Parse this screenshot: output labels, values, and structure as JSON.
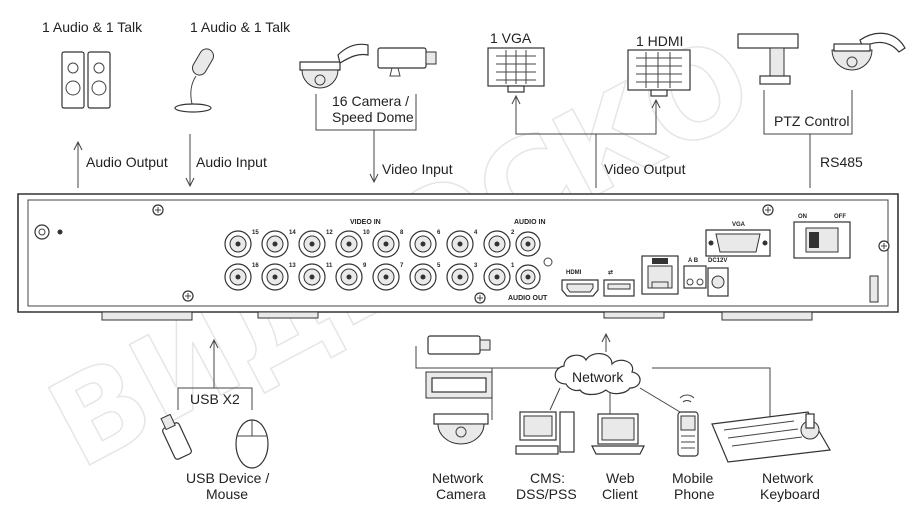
{
  "labels": {
    "audio_talk_left": "1 Audio  & 1 Talk",
    "audio_talk_right": "1 Audio & 1 Talk",
    "audio_output": "Audio  Output",
    "audio_input": "Audio  Input",
    "camera_line1": "16  Camera /",
    "camera_line2": "Speed Dome",
    "video_input": "Video Input",
    "vga": "1 VGA",
    "hdmi": "1 HDMI",
    "video_output": "Video Output",
    "ptz_control": "PTZ Control",
    "rs485": "RS485",
    "usb_x2": "USB X2",
    "usb_device_line1": "USB Device /",
    "usb_device_line2": "Mouse",
    "network": "Network",
    "network_camera_line1": "Network",
    "network_camera_line2": "Camera",
    "cms_line1": "CMS:",
    "cms_line2": "DSS/PSS",
    "web_line1": "Web",
    "web_line2": "Client",
    "mobile_line1": "Mobile",
    "mobile_line2": "Phone",
    "keyboard_line1": "Network",
    "keyboard_line2": "Keyboard"
  },
  "panel": {
    "video_in": "VIDEO IN",
    "audio_in": "AUDIO IN",
    "audio_out": "AUDIO OUT",
    "vga": "VGA",
    "hdmi": "HDMI",
    "dc12v": "DC12V",
    "ab": "A B",
    "on": "ON",
    "off": "OFF",
    "bnc_top": [
      "15",
      "14",
      "12",
      "10",
      "8",
      "6",
      "4",
      "2"
    ],
    "bnc_bottom": [
      "16",
      "13",
      "11",
      "9",
      "7",
      "5",
      "3",
      "1"
    ]
  },
  "watermark": "BИДЕОСКО"
}
